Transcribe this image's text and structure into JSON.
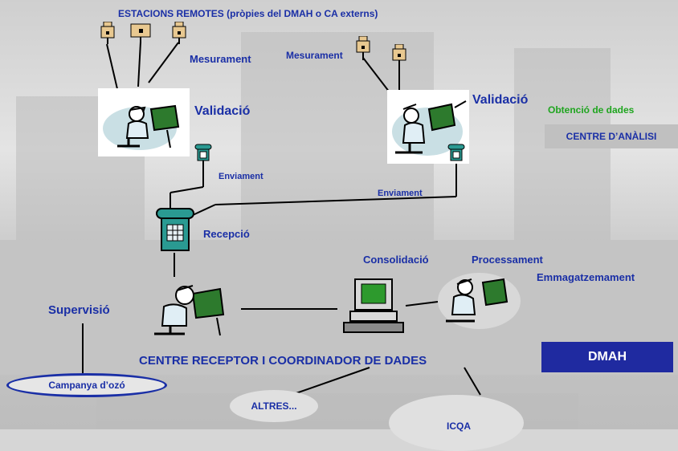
{
  "title": "ESTACIONS REMOTES (pròpies del DMAH o CA externs)",
  "labels": {
    "mesurament_left": "Mesurament",
    "mesurament_right": "Mesurament",
    "validacio_left": "Validació",
    "validacio_right": "Validació",
    "obtencio": "Obtenció de dades",
    "centre_analisi": "CENTRE D’ANÀLISI",
    "enviament_left": "Enviament",
    "enviament_right": "Enviament",
    "recepcio": "Recepció",
    "consolidacio": "Consolidació",
    "processament": "Processament",
    "emmagatzemament": "Emmagatzemament",
    "supervisio": "Supervisió",
    "centre_receptor": "CENTRE RECEPTOR I COORDINADOR DE DADES",
    "dmah": "DMAH",
    "campanya": "Campanya d’ozó",
    "altres": "ALTRES...",
    "icqa": "ICQA"
  },
  "colors": {
    "text_blue": "#1a2fa6",
    "text_green": "#1fa51f",
    "box_blue": "#1f2aa0",
    "phone_teal": "#2a9a92",
    "station_tan": "#e8c890"
  },
  "icons": [
    "station-icon",
    "person-at-desk-icon",
    "phone-icon",
    "fax-phone-icon",
    "computer-icon"
  ]
}
